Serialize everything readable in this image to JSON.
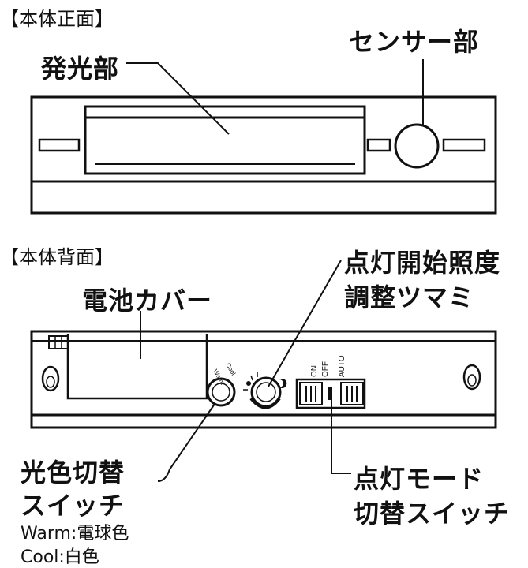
{
  "front": {
    "section_title": "【本体正面】",
    "light_label": "発光部",
    "sensor_label": "センサー部"
  },
  "back": {
    "section_title": "【本体背面】",
    "battery_label": "電池カバー",
    "brightness_label_line1": "点灯開始照度",
    "brightness_label_line2": "調整ツマミ",
    "mode_label_line1": "点灯モード",
    "mode_label_line2": "切替スイッチ",
    "color_label_line1": "光色切替",
    "color_label_line2": "スイッチ",
    "warm_note": "Warm:電球色",
    "cool_note": "Cool:白色",
    "switch_on": "ON",
    "switch_off": "OFF",
    "switch_auto": "AUTO",
    "knob_text_warm": "Warm",
    "knob_text_cool": "Cool"
  }
}
